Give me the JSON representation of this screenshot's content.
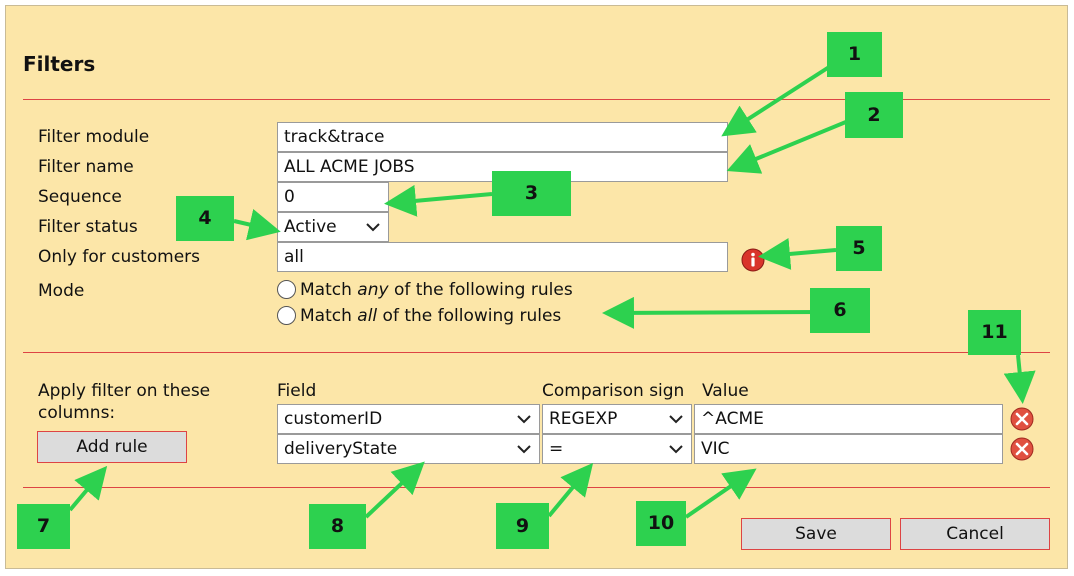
{
  "panel": {
    "title": "Filters"
  },
  "labels": {
    "filter_module": "Filter module",
    "filter_name": "Filter name",
    "sequence": "Sequence",
    "filter_status": "Filter status",
    "only_customers": "Only for customers",
    "mode": "Mode"
  },
  "fields": {
    "filter_module": "track&trace",
    "filter_name": "ALL ACME JOBS",
    "sequence": "0",
    "filter_status": "Active",
    "only_customers": "all"
  },
  "mode_options": {
    "any": {
      "pre": "Match ",
      "em": "any",
      "post": " of the following rules"
    },
    "all": {
      "pre": "Match ",
      "em": "all",
      "post": " of the following rules"
    }
  },
  "rules": {
    "apply_label": "Apply filter on these columns:",
    "add_rule": "Add rule",
    "headers": {
      "field": "Field",
      "comparison": "Comparison sign",
      "value": "Value"
    },
    "rows": [
      {
        "field": "customerID",
        "comparison": "REGEXP",
        "value": "^ACME"
      },
      {
        "field": "deliveryState",
        "comparison": "=",
        "value": "VIC"
      }
    ]
  },
  "footer": {
    "save": "Save",
    "cancel": "Cancel"
  },
  "callouts": [
    "1",
    "2",
    "3",
    "4",
    "5",
    "6",
    "7",
    "8",
    "9",
    "10",
    "11"
  ],
  "colors": {
    "panel_bg": "#fce6a8",
    "callout": "#2dd14f",
    "divider": "#dd4444",
    "remove_icon": "#e05040"
  }
}
